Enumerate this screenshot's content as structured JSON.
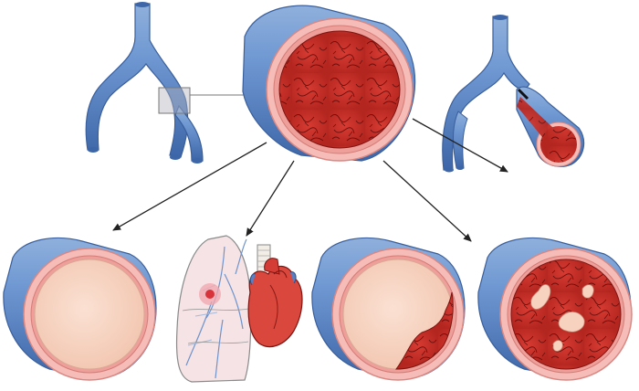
{
  "colors": {
    "vessel_outer": "#5b86c4",
    "vessel_highlight": "#8fb0dc",
    "vessel_wall": "#f4b7b4",
    "vessel_wall_edge": "#e38f8b",
    "lumen_empty": "#f7d2bf",
    "clot": "#c8322b",
    "clot_dark": "#7e1512",
    "lung": "#f3e1e2",
    "lung_vessels": "#6b8fca",
    "heart": "#d84a40",
    "arrow": "#222222"
  },
  "icons": {
    "vein_branch_left": "vein-bifurcation",
    "vein_branch_right": "vein-with-thrombus",
    "lungs_heart": "lung-heart-illustration"
  }
}
